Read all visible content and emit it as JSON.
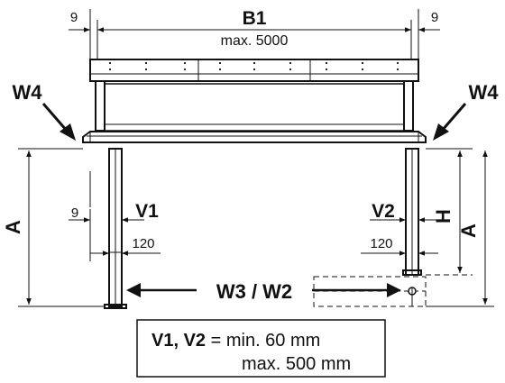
{
  "labels": {
    "b1": "B1",
    "b1_sub": "max. 5000",
    "gap_left_top": "9",
    "gap_right_top": "9",
    "w4_left": "W4",
    "w4_right": "W4",
    "a_left": "A",
    "a_right": "A",
    "h": "H",
    "v1": "V1",
    "v2": "V2",
    "gap_left_post": "9",
    "post_left_120": "120",
    "post_right_120": "120",
    "w3_w2": "W3 / W2"
  },
  "note": {
    "line1_bold": "V1, V2",
    "line1_rest": " = min. 60 mm",
    "line2": "max. 500 mm"
  }
}
